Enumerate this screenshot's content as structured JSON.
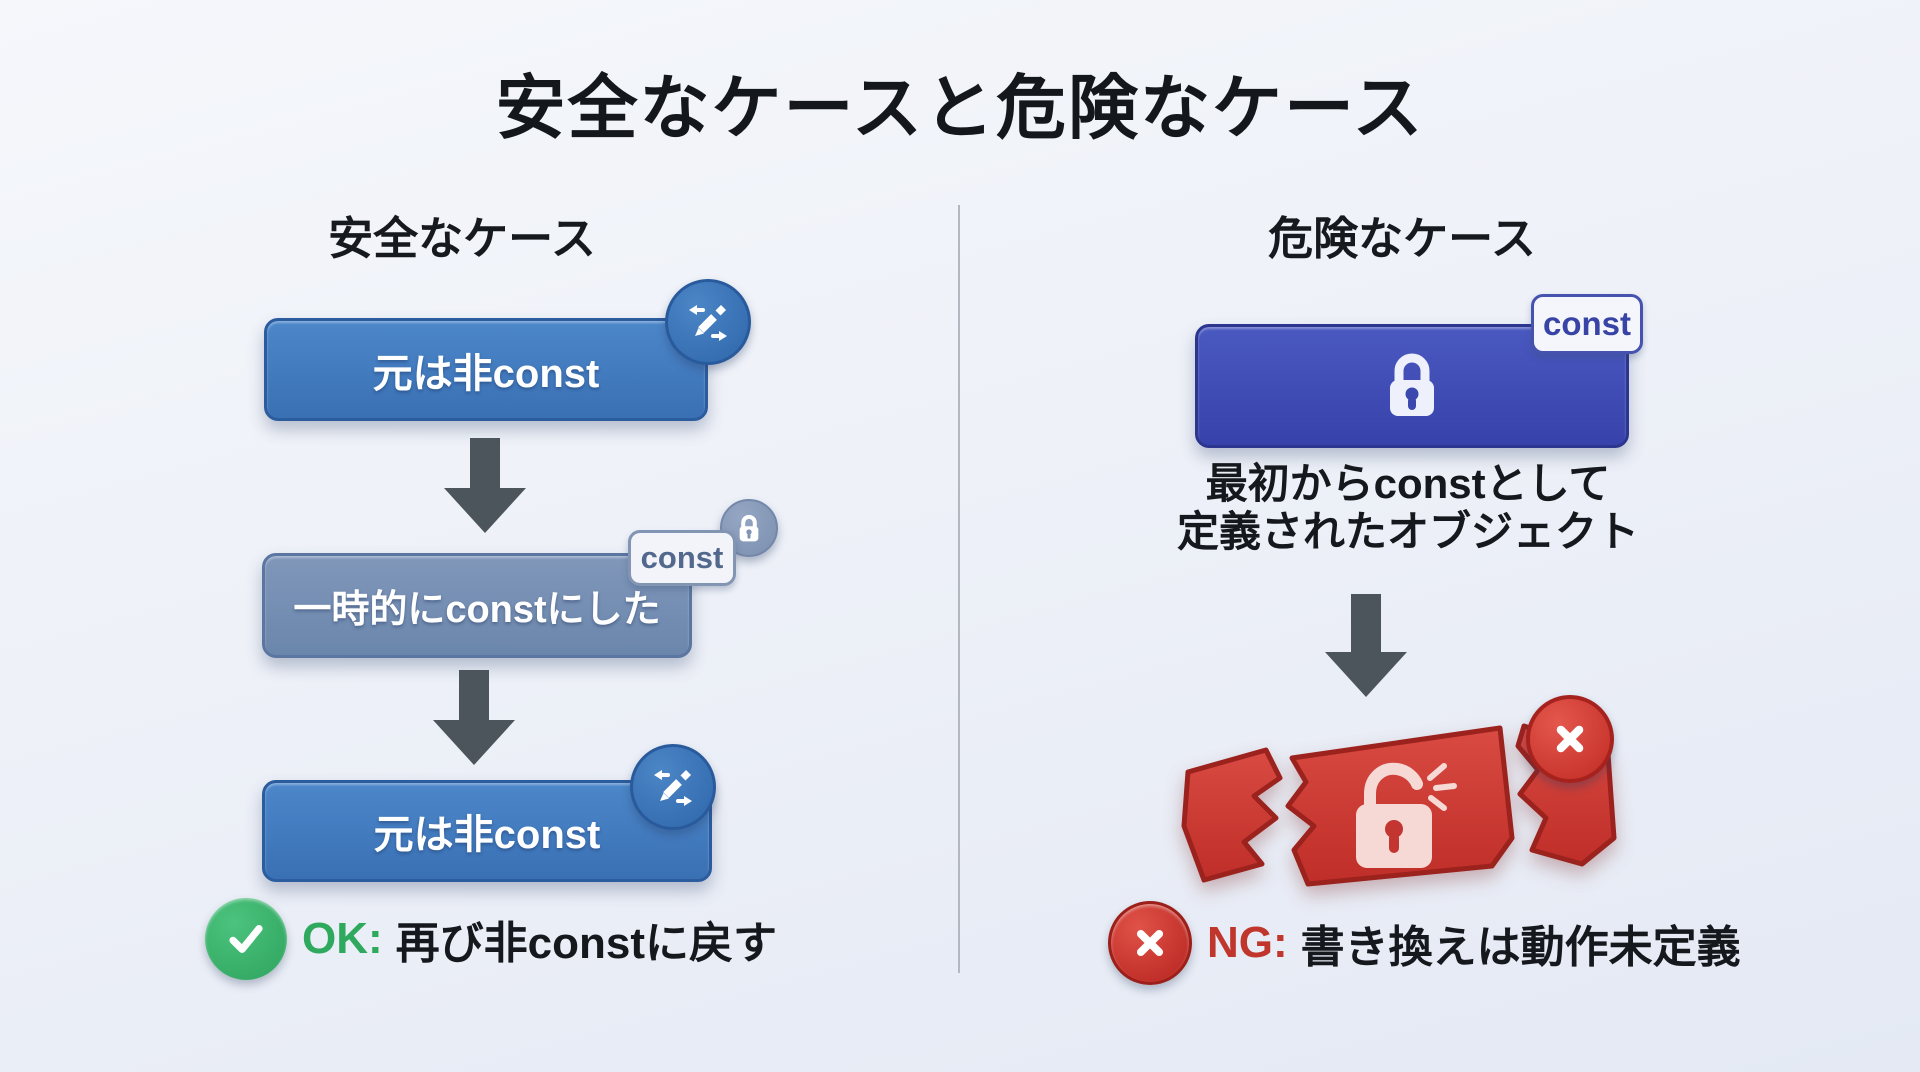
{
  "title": "安全なケースと危険なケース",
  "left_column": {
    "heading": "安全なケース",
    "box_original_top": {
      "label": "元は非const",
      "badge_icon": "edit-pencil-arrows-icon"
    },
    "box_temp_const": {
      "label": "一時的にconstにした",
      "badge_label": "const",
      "badge_icon": "lock-closed-icon"
    },
    "box_original_bottom": {
      "label": "元は非const",
      "badge_icon": "edit-pencil-arrows-icon"
    },
    "verdict": {
      "icon": "check-circle-icon",
      "label": "OK:",
      "text": "再び非constに戻す"
    }
  },
  "right_column": {
    "heading": "危険なケース",
    "box_const": {
      "icon": "lock-closed-icon",
      "badge_label": "const"
    },
    "caption_line1": "最初からconstとして",
    "caption_line2": "定義されたオブジェクト",
    "broken_object": {
      "icon": "lock-broken-icon",
      "badge_icon": "x-circle-icon"
    },
    "verdict": {
      "icon": "x-circle-icon",
      "label": "NG:",
      "text": "書き換えは動作未定義"
    }
  },
  "colors": {
    "background_top": "#f5f7fb",
    "background_bottom": "#e4e9f4",
    "safe_box_blue": "#3f7ac0",
    "temp_box_steel_blue": "#7390b3",
    "const_box_indigo": "#3d4bb2",
    "danger_red": "#cc352f",
    "ok_green": "#34b369",
    "ng_red": "#c0362d",
    "arrow_gray": "#4c545c",
    "divider_gray": "#b3b7c1",
    "text_black": "#15181c"
  }
}
